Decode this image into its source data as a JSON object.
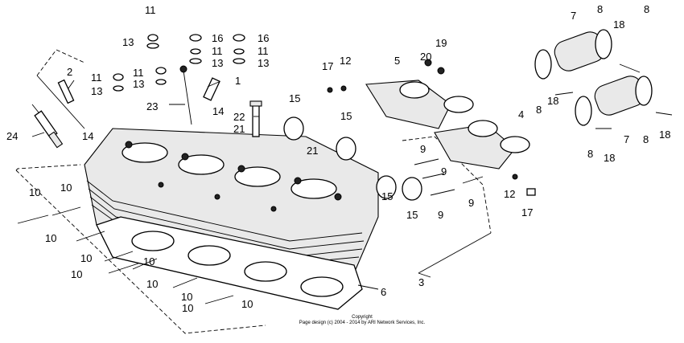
{
  "diagram": {
    "callouts": [
      "11",
      "13",
      "16",
      "11",
      "13",
      "16",
      "11",
      "13",
      "11",
      "13",
      "11",
      "13",
      "2",
      "1",
      "23",
      "14",
      "22",
      "21",
      "24",
      "14",
      "17",
      "12",
      "5",
      "20",
      "19",
      "15",
      "15",
      "21",
      "7",
      "8",
      "18",
      "18",
      "8",
      "7",
      "8",
      "18",
      "8",
      "18",
      "8",
      "4",
      "9",
      "9",
      "9",
      "9",
      "12",
      "17",
      "15",
      "15",
      "10",
      "10",
      "10",
      "10",
      "10",
      "10",
      "10",
      "10",
      "10",
      "10",
      "3",
      "6"
    ],
    "copyright_lines": [
      "Copyright",
      "Page design (c) 2004 - 2014 by ARI Network Services, Inc."
    ]
  }
}
